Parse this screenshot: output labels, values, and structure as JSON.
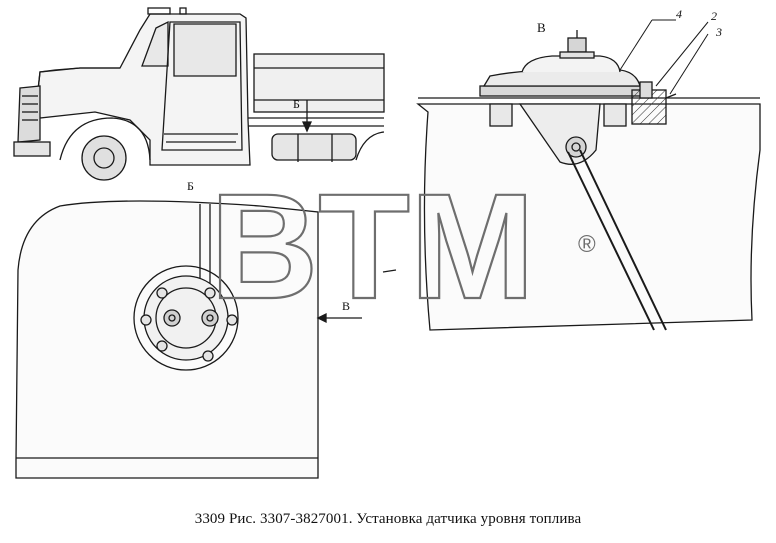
{
  "views": {
    "b_label_truck": "Б",
    "b_label_tank": "Б",
    "v_label_section": "В",
    "v_label_arrow": "В"
  },
  "callouts": {
    "part_4": "4",
    "part_2": "2",
    "part_3": "3"
  },
  "watermark": {
    "text": "BTM",
    "registered": "®"
  },
  "caption": {
    "text": "3309 Рис. 3307-3827001. Установка датчика уровня топлива"
  },
  "colors": {
    "line": "#1a1a1a",
    "fill_light": "#ebebeb",
    "fill_mid": "#cfcfcf",
    "watermark_stroke": "#6e6e6e",
    "background": "#ffffff"
  }
}
